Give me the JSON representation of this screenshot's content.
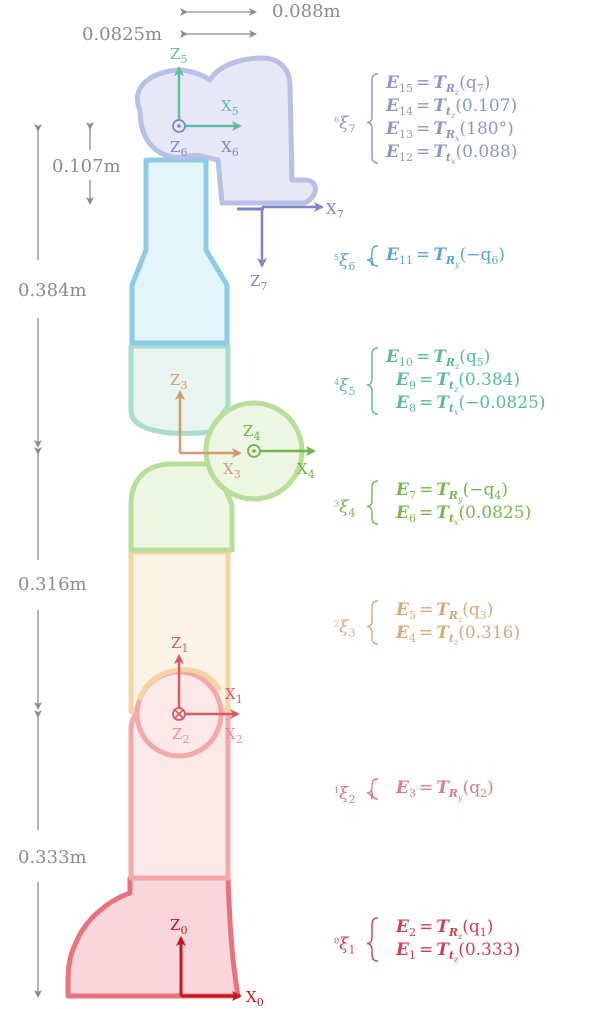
{
  "dimensions": [
    {
      "text": "0.088m"
    },
    {
      "text": "0.0825m"
    },
    {
      "text": "0.107m"
    },
    {
      "text": "0.384m"
    },
    {
      "text": "0.316m"
    },
    {
      "text": "0.333m"
    }
  ],
  "frames": {
    "z0": "Z",
    "z0s": "0",
    "x0": "X",
    "x0s": "0",
    "z1": "Z",
    "z1s": "1",
    "x1": "X",
    "x1s": "1",
    "z2": "Z",
    "z2s": "2",
    "x2": "X",
    "x2s": "2",
    "z3": "Z",
    "z3s": "3",
    "x3": "X",
    "x3s": "3",
    "z4": "Z",
    "z4s": "4",
    "x4": "X",
    "x4s": "4",
    "z5": "Z",
    "z5s": "5",
    "x5": "X",
    "x5s": "5",
    "z6": "Z",
    "z6s": "6",
    "x6": "X",
    "x6s": "6",
    "z7": "Z",
    "z7s": "7",
    "x7": "X",
    "x7s": "7"
  },
  "colors": {
    "link0": "#e8737f",
    "link0_fill": "#f9d6db",
    "link1": "#f4a9a9",
    "link1_fill": "#fde9e9",
    "link2": "#f6d3a6",
    "link2_fill": "#fdf2e6",
    "link3": "#b8de9a",
    "link3_fill": "#ecf6e2",
    "link4": "#a9dccb",
    "link4_fill": "#e8f4ef",
    "link5": "#8ccbe8",
    "link5_fill": "#e4f4fb",
    "link6": "#b8c0e6",
    "link6_fill": "#e6e8f7",
    "eq0": "#d24050",
    "eq1": "#e07a82",
    "eq2": "#d9a97a",
    "eq3": "#74b84e",
    "eq4": "#58bb9a",
    "eq5": "#5aa6cf",
    "eq6": "#8d97c7"
  },
  "equations": [
    {
      "frame": {
        "pre": "6",
        "xi": "ξ",
        "sub": "7"
      },
      "lines": [
        {
          "e": "E",
          "es": "15",
          "t": "T",
          "ts": "R",
          "tss": "z",
          "arg": "(q",
          "argsub": "7",
          "argend": ")"
        },
        {
          "e": "E",
          "es": "14",
          "t": "T",
          "ts": "t",
          "tss": "z",
          "arg": "(0.107)",
          "argsub": "",
          "argend": ""
        },
        {
          "e": "E",
          "es": "13",
          "t": "T",
          "ts": "R",
          "tss": "x",
          "arg": "(180°)",
          "argsub": "",
          "argend": ""
        },
        {
          "e": "E",
          "es": "12",
          "t": "T",
          "ts": "t",
          "tss": "x",
          "arg": "(0.088)",
          "argsub": "",
          "argend": ""
        }
      ]
    },
    {
      "frame": {
        "pre": "5",
        "xi": "ξ",
        "sub": "6"
      },
      "lines": [
        {
          "e": "E",
          "es": "11",
          "t": "T",
          "ts": "R",
          "tss": "y",
          "arg": "(−q",
          "argsub": "6",
          "argend": ")"
        }
      ]
    },
    {
      "frame": {
        "pre": "4",
        "xi": "ξ",
        "sub": "5"
      },
      "lines": [
        {
          "e": "E",
          "es": "10",
          "t": "T",
          "ts": "R",
          "tss": "z",
          "arg": "(q",
          "argsub": "5",
          "argend": ")"
        },
        {
          "e": "E",
          "es": "9",
          "t": "T",
          "ts": "t",
          "tss": "z",
          "arg": "(0.384)",
          "argsub": "",
          "argend": ""
        },
        {
          "e": "E",
          "es": "8",
          "t": "T",
          "ts": "t",
          "tss": "x",
          "arg": "(−0.0825)",
          "argsub": "",
          "argend": ""
        }
      ]
    },
    {
      "frame": {
        "pre": "3",
        "xi": "ξ",
        "sub": "4"
      },
      "lines": [
        {
          "e": "E",
          "es": "7",
          "t": "T",
          "ts": "R",
          "tss": "y",
          "arg": "(−q",
          "argsub": "4",
          "argend": ")"
        },
        {
          "e": "E",
          "es": "6",
          "t": "T",
          "ts": "t",
          "tss": "x",
          "arg": "(0.0825)",
          "argsub": "",
          "argend": ""
        }
      ]
    },
    {
      "frame": {
        "pre": "2",
        "xi": "ξ",
        "sub": "3"
      },
      "lines": [
        {
          "e": "E",
          "es": "5",
          "t": "T",
          "ts": "R",
          "tss": "z",
          "arg": "(q",
          "argsub": "3",
          "argend": ")"
        },
        {
          "e": "E",
          "es": "4",
          "t": "T",
          "ts": "t",
          "tss": "z",
          "arg": "(0.316)",
          "argsub": "",
          "argend": ""
        }
      ]
    },
    {
      "frame": {
        "pre": "1",
        "xi": "ξ",
        "sub": "2"
      },
      "lines": [
        {
          "e": "E",
          "es": "3",
          "t": "T",
          "ts": "R",
          "tss": "y",
          "arg": "(q",
          "argsub": "2",
          "argend": ")"
        }
      ]
    },
    {
      "frame": {
        "pre": "0",
        "xi": "ξ",
        "sub": "1"
      },
      "lines": [
        {
          "e": "E",
          "es": "2",
          "t": "T",
          "ts": "R",
          "tss": "z",
          "arg": "(q",
          "argsub": "1",
          "argend": ")"
        },
        {
          "e": "E",
          "es": "1",
          "t": "T",
          "ts": "t",
          "tss": "z",
          "arg": "(0.333)",
          "argsub": "",
          "argend": ""
        }
      ]
    }
  ]
}
